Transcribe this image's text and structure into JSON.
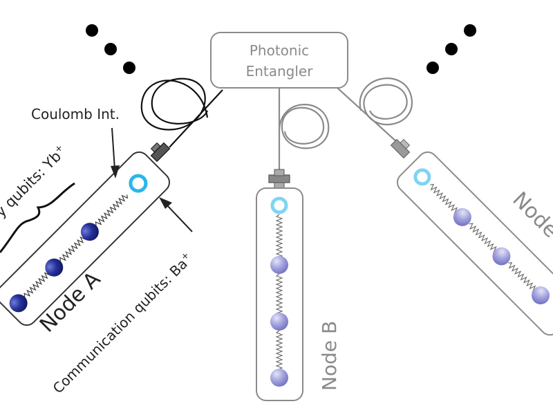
{
  "entangler": {
    "line1": "Photonic",
    "line2": "Entangler"
  },
  "labels": {
    "coulomb": "Coulomb Int.",
    "memory_prefix": "y qubits: Yb",
    "memory_sup": "+",
    "comm_prefix": "Communication qubits: Ba",
    "comm_sup": "+"
  },
  "nodes": {
    "a": "Node A",
    "b": "Node B",
    "c": "Node"
  },
  "colors": {
    "memory_ion_dark": "#1f2a8c",
    "memory_ion_light": "#9b9bd9",
    "comm_ion": "#5fc8ee",
    "fiber_dark": "#111111",
    "fiber_grey": "#8a8a8a"
  }
}
